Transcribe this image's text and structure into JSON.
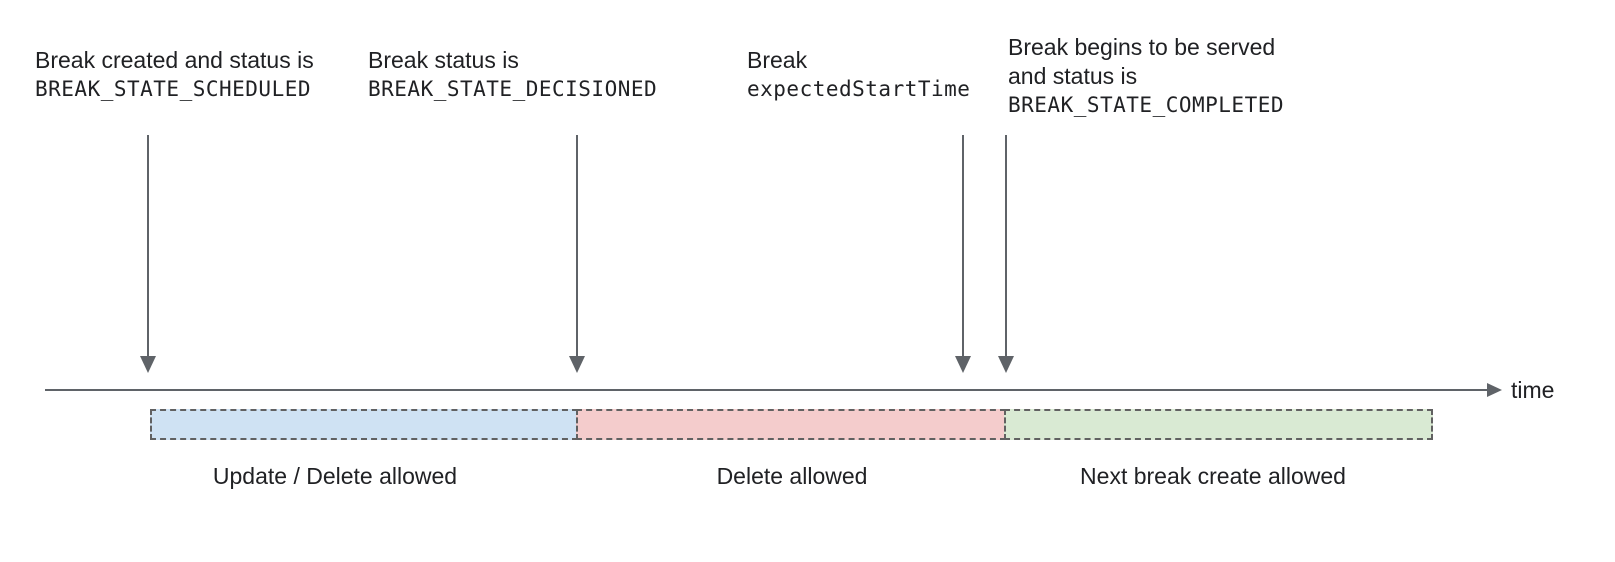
{
  "annotations": [
    {
      "line1": "Break created and status is",
      "code": "BREAK_STATE_SCHEDULED"
    },
    {
      "line1": "Break status is",
      "code": "BREAK_STATE_DECISIONED"
    },
    {
      "line1": "Break",
      "code": "expectedStartTime"
    },
    {
      "line1": "Break begins to be served",
      "line2": "and status is",
      "code": "BREAK_STATE_COMPLETED"
    }
  ],
  "axis": {
    "label": "time"
  },
  "segments": [
    {
      "label": "Update / Delete allowed",
      "fill": "#cfe2f3"
    },
    {
      "label": "Delete allowed",
      "fill": "#f4cccc"
    },
    {
      "label": "Next break create allowed",
      "fill": "#d9ead3"
    }
  ],
  "colors": {
    "text": "#202124",
    "stroke": "#5f6368",
    "dash_border": "#616161"
  }
}
